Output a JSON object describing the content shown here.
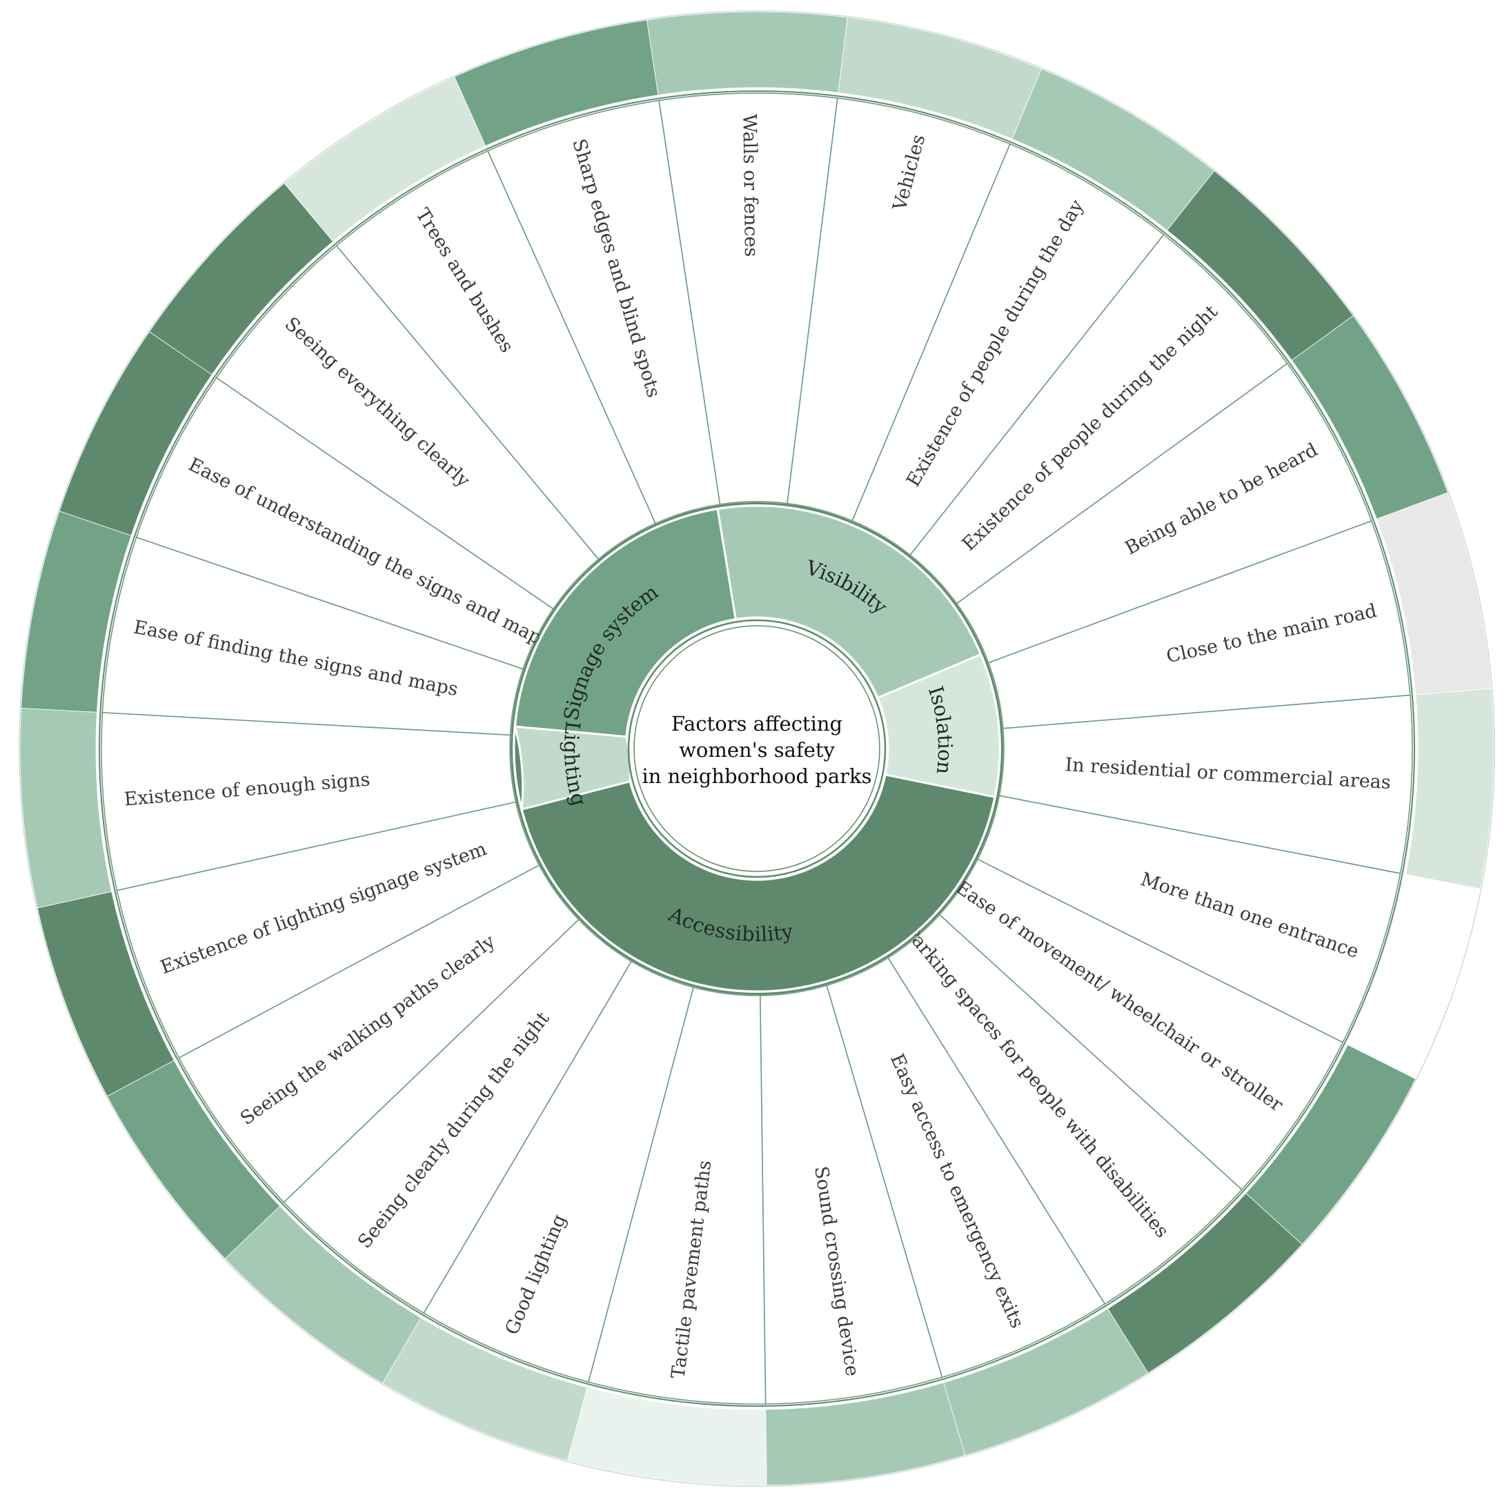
{
  "diagram": {
    "center_title": [
      "Factors affecting",
      "women's safety",
      "in neighborhood parks"
    ],
    "categories": [
      {
        "name": "Signage system",
        "color": "#72a387",
        "factors": [
          {
            "label": "Existence of enough signs",
            "color": "#a6c9b5"
          },
          {
            "label": "Ease of finding the signs and maps",
            "color": "#72a387"
          },
          {
            "label": "Ease of understanding the signs and maps",
            "color": "#5e896d"
          }
        ]
      },
      {
        "name": "Visibility",
        "color": "#a6c9b5",
        "factors": [
          {
            "label": "Seeing everything clearly",
            "color": "#5e896d"
          },
          {
            "label": "Trees and bushes",
            "color": "#d6e6dd"
          },
          {
            "label": "Sharp edges and blind spots",
            "color": "#72a387"
          },
          {
            "label": "Walls or fences",
            "color": "#a6c9b5"
          }
        ]
      },
      {
        "name": "Isolation",
        "color": "#d6e6dd",
        "factors": [
          {
            "label": "Vehicles",
            "color": "#c1dacb"
          },
          {
            "label": "Existence of people during the day",
            "color": "#a6c9b5"
          },
          {
            "label": "Existence of people during the night",
            "color": "#5e896d"
          },
          {
            "label": "Being able to be heard",
            "color": "#72a387"
          }
        ]
      },
      {
        "name": "Accessibility",
        "color": "#5e896d",
        "factors": [
          {
            "label": "Close to the main road",
            "color": "#e8e8e8"
          },
          {
            "label": "In residential or commercial areas",
            "color": "#d6e6dd"
          },
          {
            "label": "More than one entrance",
            "color": "#ffffff"
          },
          {
            "label": "Ease of movement/ wheelchair or stroller",
            "color": "#72a387"
          },
          {
            "label": "Parking spaces for people with disabilities",
            "color": "#5e896d"
          },
          {
            "label": "Easy access to emergency exits",
            "color": "#a6c9b5"
          },
          {
            "label": "Sound crossing device",
            "color": "#a6c9b5"
          },
          {
            "label": "Tactile pavement paths",
            "color": "#eaf2ed"
          }
        ]
      },
      {
        "name": "Lighting",
        "color": "#c1dacb",
        "factors": [
          {
            "label": "Good lighting",
            "color": "#c1dacb"
          },
          {
            "label": "Seeing clearly during the night",
            "color": "#a6c9b5"
          },
          {
            "label": "Seeing the walking paths clearly",
            "color": "#72a387"
          },
          {
            "label": "Existence of lighting signage system",
            "color": "#5e896d"
          }
        ]
      }
    ]
  }
}
